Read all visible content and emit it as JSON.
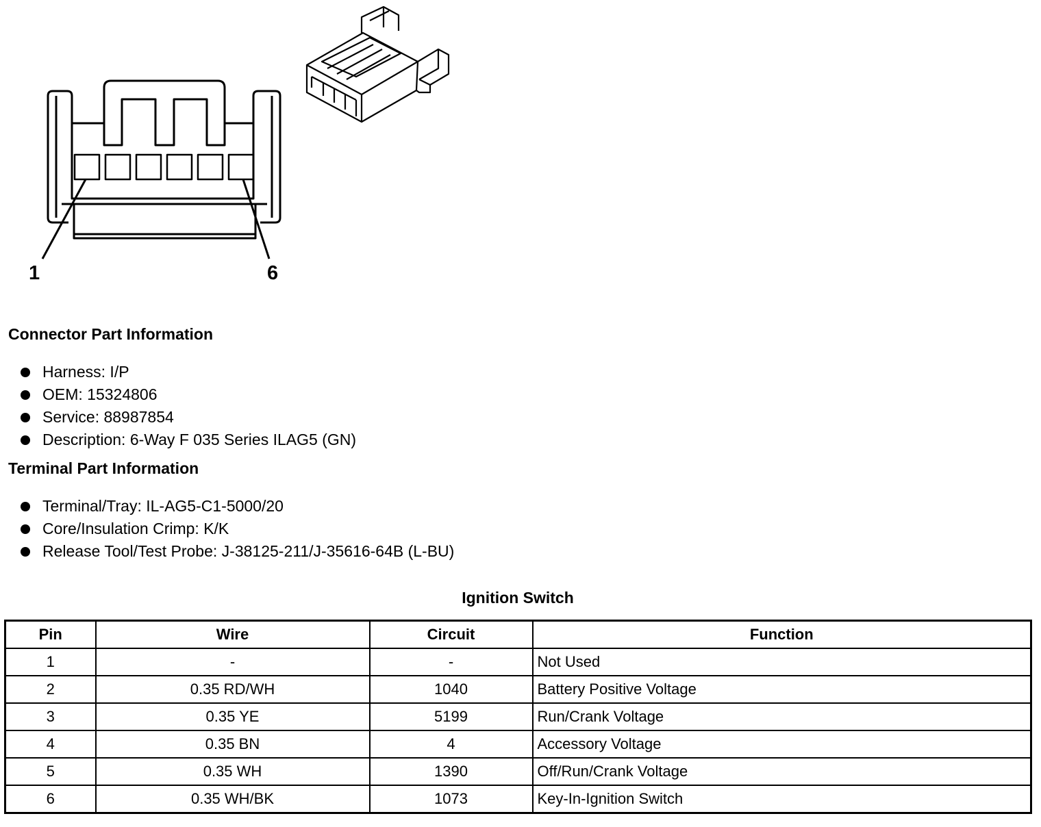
{
  "diagram": {
    "pin_labels": [
      "1",
      "6"
    ]
  },
  "connector_info": {
    "heading": "Connector Part Information",
    "items": [
      "Harness: I/P",
      "OEM: 15324806",
      "Service: 88987854",
      "Description: 6-Way F 035 Series ILAG5 (GN)"
    ]
  },
  "terminal_info": {
    "heading": "Terminal Part Information",
    "items": [
      "Terminal/Tray: IL-AG5-C1-5000/20",
      "Core/Insulation Crimp: K/K",
      "Release Tool/Test Probe: J-38125-211/J-35616-64B (L-BU)"
    ]
  },
  "table": {
    "title": "Ignition Switch",
    "headers": [
      "Pin",
      "Wire",
      "Circuit",
      "Function"
    ],
    "rows": [
      [
        "1",
        "-",
        "-",
        "Not Used"
      ],
      [
        "2",
        "0.35 RD/WH",
        "1040",
        "Battery Positive Voltage"
      ],
      [
        "3",
        "0.35 YE",
        "5199",
        "Run/Crank Voltage"
      ],
      [
        "4",
        "0.35 BN",
        "4",
        "Accessory Voltage"
      ],
      [
        "5",
        "0.35 WH",
        "1390",
        "Off/Run/Crank Voltage"
      ],
      [
        "6",
        "0.35 WH/BK",
        "1073",
        "Key-In-Ignition Switch"
      ]
    ]
  }
}
